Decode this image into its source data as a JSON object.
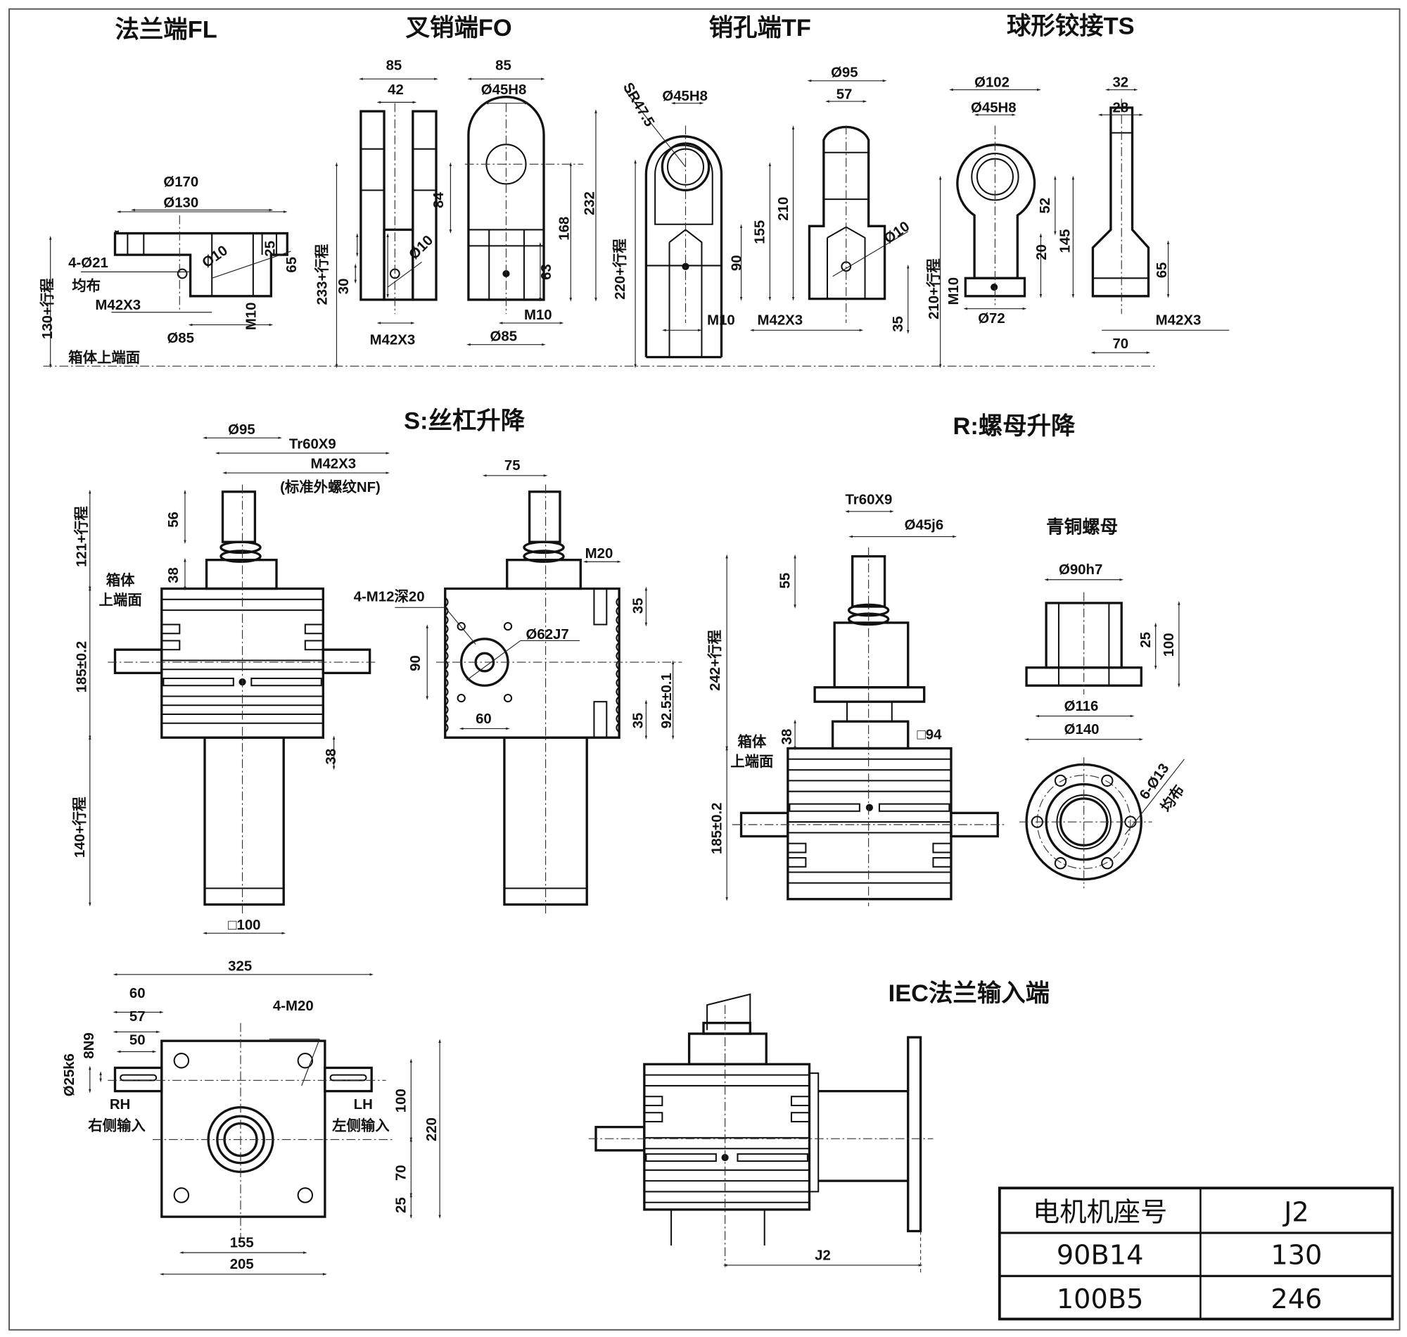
{
  "titles": {
    "fl": "法兰端FL",
    "fo": "叉销端FO",
    "tf": "销孔端TF",
    "ts": "球形铰接TS",
    "s": "S:丝杠升降",
    "r": "R:螺母升降",
    "nut": "青铜螺母",
    "iec": "IEC法兰输入端"
  },
  "fl": {
    "d170": "Ø170",
    "d130": "Ø130",
    "holes": "4-Ø21",
    "even": "均布",
    "d10": "Ø10",
    "d25": "25",
    "d65": "65",
    "m42": "M42X3",
    "m10": "M10",
    "d85": "Ø85",
    "stroke": "130+行程",
    "box_top": "箱体上端面"
  },
  "fo": {
    "w85a": "85",
    "w42": "42",
    "h84": "84",
    "d10": "Ø10",
    "h30": "30",
    "m42": "M42X3",
    "stroke": "233+行程",
    "w85b": "85",
    "d45": "Ø45H8",
    "h232": "232",
    "h168": "168",
    "h63": "63",
    "m10": "M10",
    "d85": "Ø85"
  },
  "tf": {
    "sr": "SR47.5",
    "d45": "Ø45H8",
    "h210": "210",
    "h155": "155",
    "h90": "90",
    "m10": "M10",
    "m42": "M42X3",
    "stroke": "220+行程",
    "d95": "Ø95",
    "w57": "57",
    "d10": "Ø10",
    "h35": "35"
  },
  "ts": {
    "d102": "Ø102",
    "d45": "Ø45H8",
    "h52": "52",
    "h20": "20",
    "h145": "145",
    "m10": "M10",
    "d72": "Ø72",
    "stroke": "210+行程",
    "w32": "32",
    "w28": "28",
    "h65": "65",
    "m42": "M42X3",
    "w70": "70"
  },
  "s": {
    "d95": "Ø95",
    "tr": "Tr60X9",
    "m42": "M42X3",
    "nf": "(标准外螺纹NF)",
    "h56": "56",
    "stroke121": "121+行程",
    "h38": "38",
    "box1": "箱体",
    "box2": "上端面",
    "h185": "185±0.2",
    "h38b": "38",
    "stroke140": "140+行程",
    "sq100": "□100",
    "w75": "75",
    "m20": "M20",
    "m12": "4-M12深20",
    "d62": "Ø62J7",
    "h90": "90",
    "w60": "60",
    "h35a": "35",
    "h35b": "35",
    "h925": "92.5±0.1"
  },
  "r": {
    "tr": "Tr60X9",
    "d45": "Ø45j6",
    "h55": "55",
    "stroke242": "242+行程",
    "h38": "38",
    "sq94": "□94",
    "box1": "箱体",
    "box2": "上端面",
    "h185": "185±0.2",
    "d90": "Ø90h7",
    "h25": "25",
    "h100": "100",
    "d116": "Ø116",
    "d140": "Ø140",
    "holes": "6-Ø13",
    "even": "均布"
  },
  "base": {
    "w325": "325",
    "w60": "60",
    "w57": "57",
    "w50": "50",
    "k8n9": "8N9",
    "d25": "Ø25k6",
    "rh": "RH",
    "rh_cn": "右侧输入",
    "lh": "LH",
    "lh_cn": "左侧输入",
    "m20": "4-M20",
    "h100": "100",
    "h220": "220",
    "h70": "70",
    "h25": "25",
    "w155": "155",
    "w205": "205"
  },
  "iec": {
    "j2": "J2"
  },
  "motor_table": {
    "headers": [
      "电机机座号",
      "J2"
    ],
    "rows": [
      [
        "90B14",
        "130"
      ],
      [
        "100B5",
        "246"
      ]
    ]
  }
}
